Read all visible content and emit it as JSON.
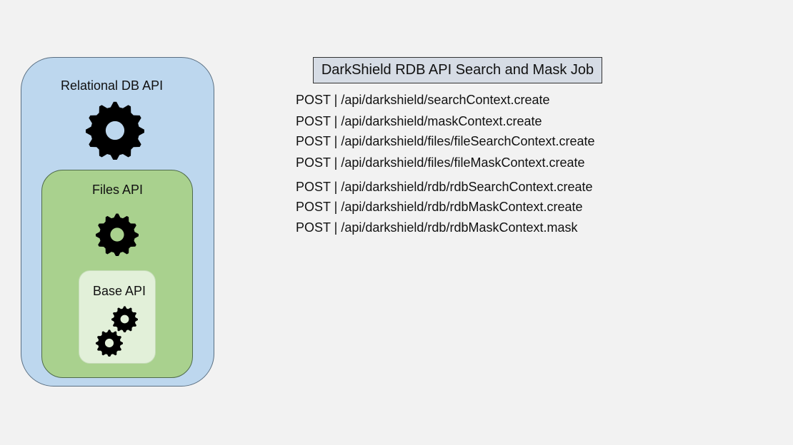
{
  "diagram": {
    "outer_label": "Relational DB API",
    "middle_label": "Files API",
    "inner_label": "Base API",
    "colors": {
      "outer": "#bdd7ee",
      "middle": "#a9d18e",
      "inner": "#e2f0d9",
      "title_box": "#d6dce5"
    },
    "icons": [
      "gear-icon",
      "gear-icon",
      "gears-icon"
    ]
  },
  "title": "DarkShield RDB API Search and Mask Job",
  "endpoints": [
    "POST | /api/darkshield/searchContext.create",
    "POST | /api/darkshield/maskContext.create",
    "POST | /api/darkshield/files/fileSearchContext.create",
    "POST | /api/darkshield/files/fileMaskContext.create",
    "POST | /api/darkshield/rdb/rdbSearchContext.create",
    "POST | /api/darkshield/rdb/rdbMaskContext.create",
    "POST | /api/darkshield/rdb/rdbMaskContext.mask"
  ]
}
